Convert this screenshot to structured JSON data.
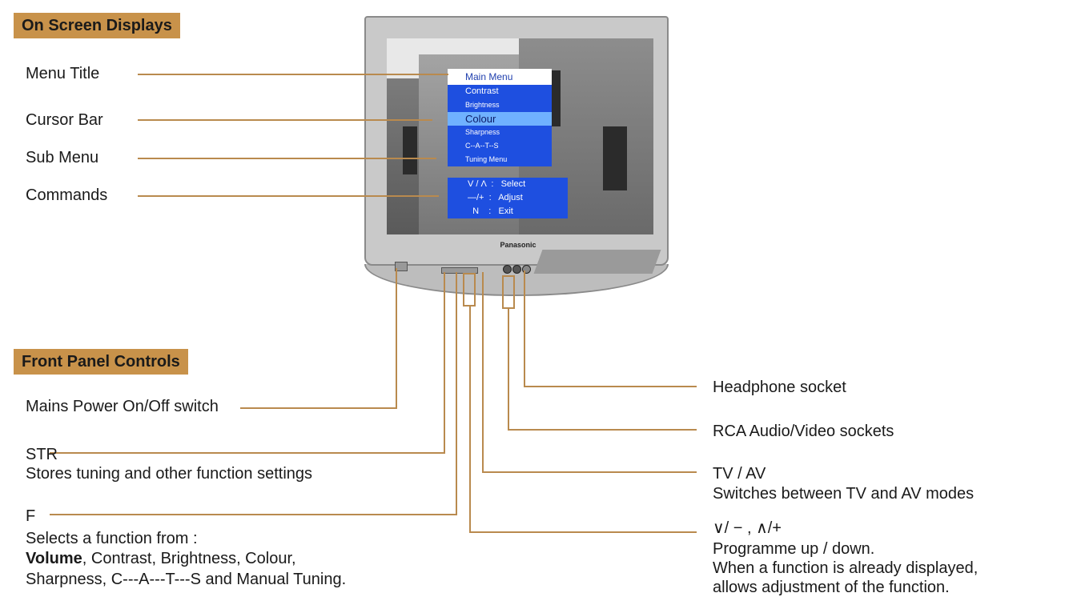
{
  "headers": {
    "osd": "On Screen Displays",
    "front": "Front Panel Controls"
  },
  "osd_labels": {
    "menu_title": "Menu Title",
    "cursor_bar": "Cursor Bar",
    "sub_menu": "Sub Menu",
    "commands": "Commands"
  },
  "tv": {
    "brand": "Panasonic",
    "menu": {
      "title": "Main Menu",
      "items": [
        "Contrast",
        "Brightness",
        "Colour",
        "Sharpness",
        "C--A--T--S",
        "Tuning Menu"
      ],
      "selected": "Colour"
    },
    "commands": [
      "V / Λ  :   Select",
      "—/+  :   Adjust",
      "  N    :   Exit"
    ]
  },
  "front_left": {
    "mains": "Mains Power On/Off switch",
    "str_title": "STR",
    "str_desc": "Stores tuning and other function settings",
    "f_title": "F",
    "f_desc1": "Selects a function from :",
    "f_desc2_bold": "Volume",
    "f_desc2_rest": ", Contrast, Brightness, Colour,",
    "f_desc3": "Sharpness, C---A---T---S and Manual Tuning."
  },
  "front_right": {
    "headphone": "Headphone socket",
    "rca": "RCA Audio/Video sockets",
    "tvav_title": "TV / AV",
    "tvav_desc": "Switches between TV and AV modes",
    "prog_title": "∨/ − , ∧/+",
    "prog_desc1": "Programme up / down.",
    "prog_desc2": "When a function is already displayed,",
    "prog_desc3": "allows adjustment of the function."
  },
  "colors": {
    "header_bg": "#c8924a",
    "leader": "#b98a4e",
    "menu_blue": "#1e4fe0",
    "cursor": "#6fb1ff"
  }
}
